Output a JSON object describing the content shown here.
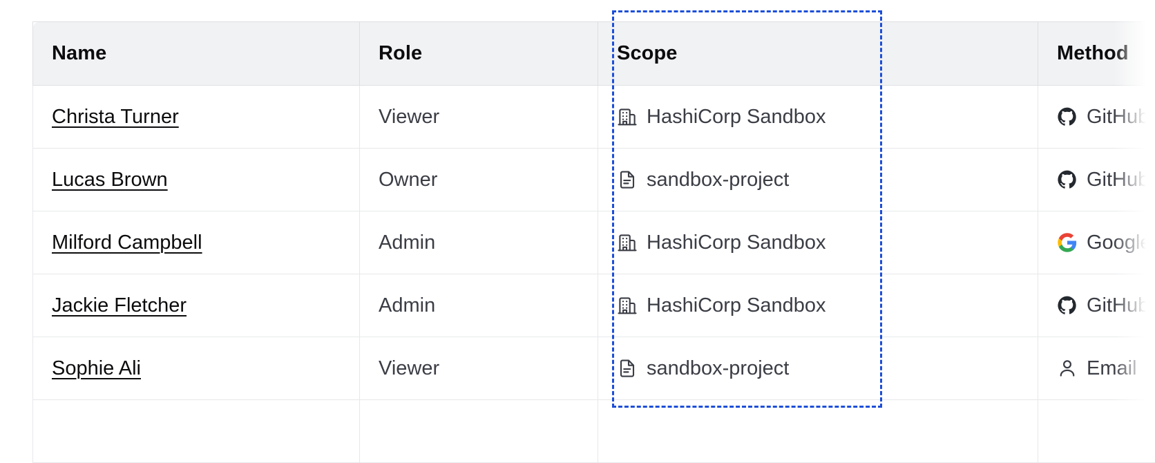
{
  "table": {
    "columns": [
      {
        "key": "name",
        "label": "Name"
      },
      {
        "key": "role",
        "label": "Role"
      },
      {
        "key": "scope",
        "label": "Scope"
      },
      {
        "key": "method",
        "label": "Method"
      }
    ],
    "rows": [
      {
        "name": "Christa Turner",
        "role": "Viewer",
        "scope": "HashiCorp Sandbox",
        "scope_icon": "building-icon",
        "method": "GitHub",
        "method_icon": "github-icon"
      },
      {
        "name": "Lucas Brown",
        "role": "Owner",
        "scope": "sandbox-project",
        "scope_icon": "document-icon",
        "method": "GitHub",
        "method_icon": "github-icon"
      },
      {
        "name": "Milford Campbell",
        "role": "Admin",
        "scope": "HashiCorp Sandbox",
        "scope_icon": "building-icon",
        "method": "Google",
        "method_icon": "google-icon"
      },
      {
        "name": "Jackie Fletcher",
        "role": "Admin",
        "scope": "HashiCorp Sandbox",
        "scope_icon": "building-icon",
        "method": "GitHub",
        "method_icon": "github-icon"
      },
      {
        "name": "Sophie Ali",
        "role": "Viewer",
        "scope": "sandbox-project",
        "scope_icon": "document-icon",
        "method": "Email",
        "method_icon": "person-icon"
      }
    ]
  },
  "selection": {
    "target_column": "Scope",
    "border_color": "#1c4ed8",
    "style": "dashed"
  },
  "colors": {
    "header_background": "#f1f2f3",
    "header_text": "#0c0c0e",
    "body_text": "#3b3d45",
    "link_text": "#0c0c0e",
    "border": "#e7e8eb",
    "header_border": "#dedfe3"
  }
}
